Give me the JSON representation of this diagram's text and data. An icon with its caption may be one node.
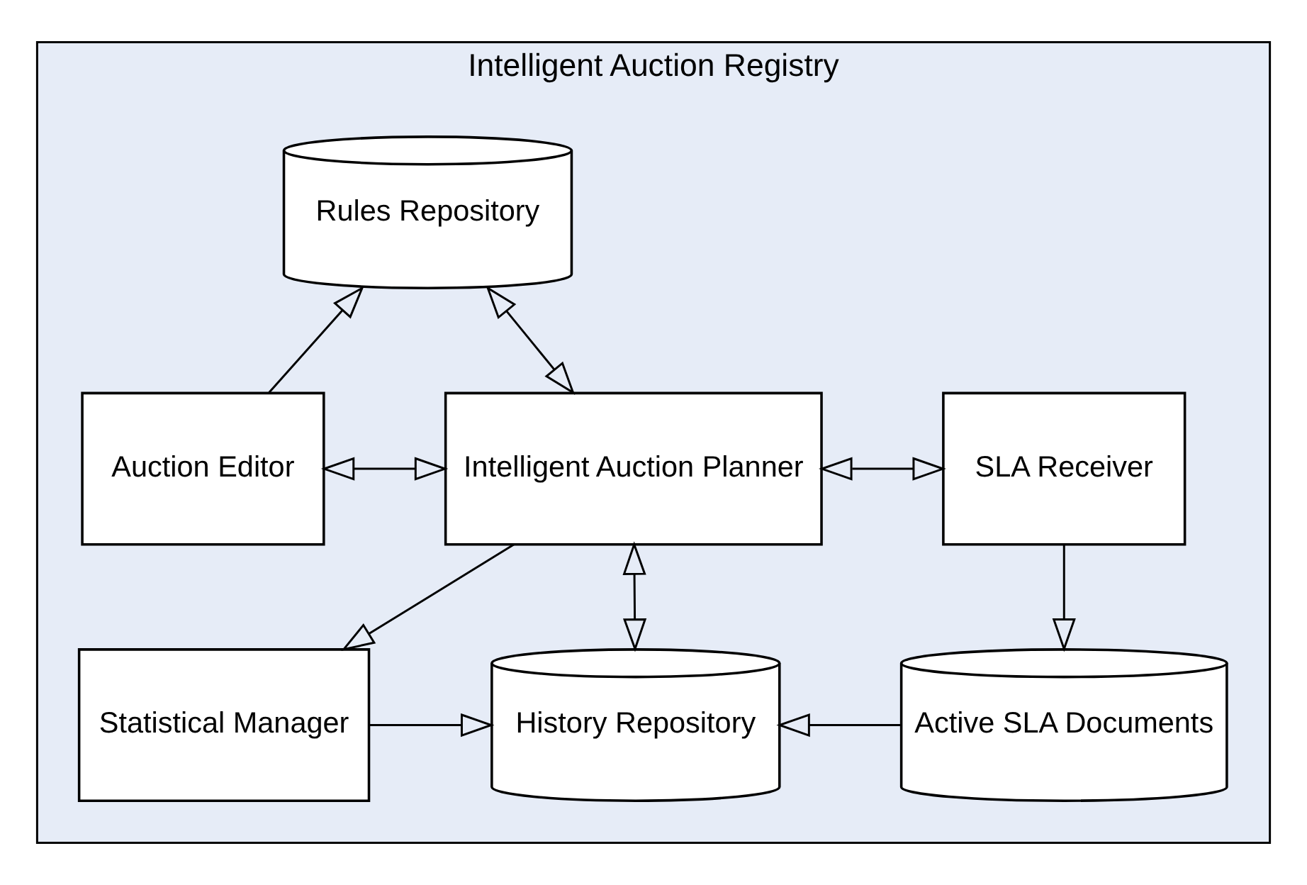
{
  "diagram": {
    "nodes": [
      {
        "text": [
          "Intelligent Auction Registry"
        ]
      },
      {
        "text": [
          "Rules Repository"
        ],
        "in": 0
      },
      {
        "text": [
          "Auction Editor"
        ],
        "in": 0
      },
      {
        "text": [
          "Intelligent Auction Planner"
        ],
        "in": 0
      },
      {
        "text": [
          "SLA Receiver"
        ],
        "in": 0
      },
      {
        "text": [
          "Statistical Manager"
        ],
        "in": 0
      },
      {
        "text": [
          "History Repository"
        ],
        "in": 0
      },
      {
        "text": [
          "Active SLA Documents"
        ],
        "in": 0
      }
    ],
    "edges": [
      {
        "from": 2,
        "to": 1,
        "arrow": "to"
      },
      {
        "from": 1,
        "to": 3,
        "arrow": "both"
      },
      {
        "from": 2,
        "to": 3,
        "arrow": "both"
      },
      {
        "from": 3,
        "to": 4,
        "arrow": "both"
      },
      {
        "from": 3,
        "to": 5,
        "arrow": "to"
      },
      {
        "from": 3,
        "to": 6,
        "arrow": "both"
      },
      {
        "from": 5,
        "to": 6,
        "arrow": "to"
      },
      {
        "from": 4,
        "to": 7,
        "arrow": "to"
      },
      {
        "from": 7,
        "to": 6,
        "arrow": "to"
      }
    ]
  }
}
